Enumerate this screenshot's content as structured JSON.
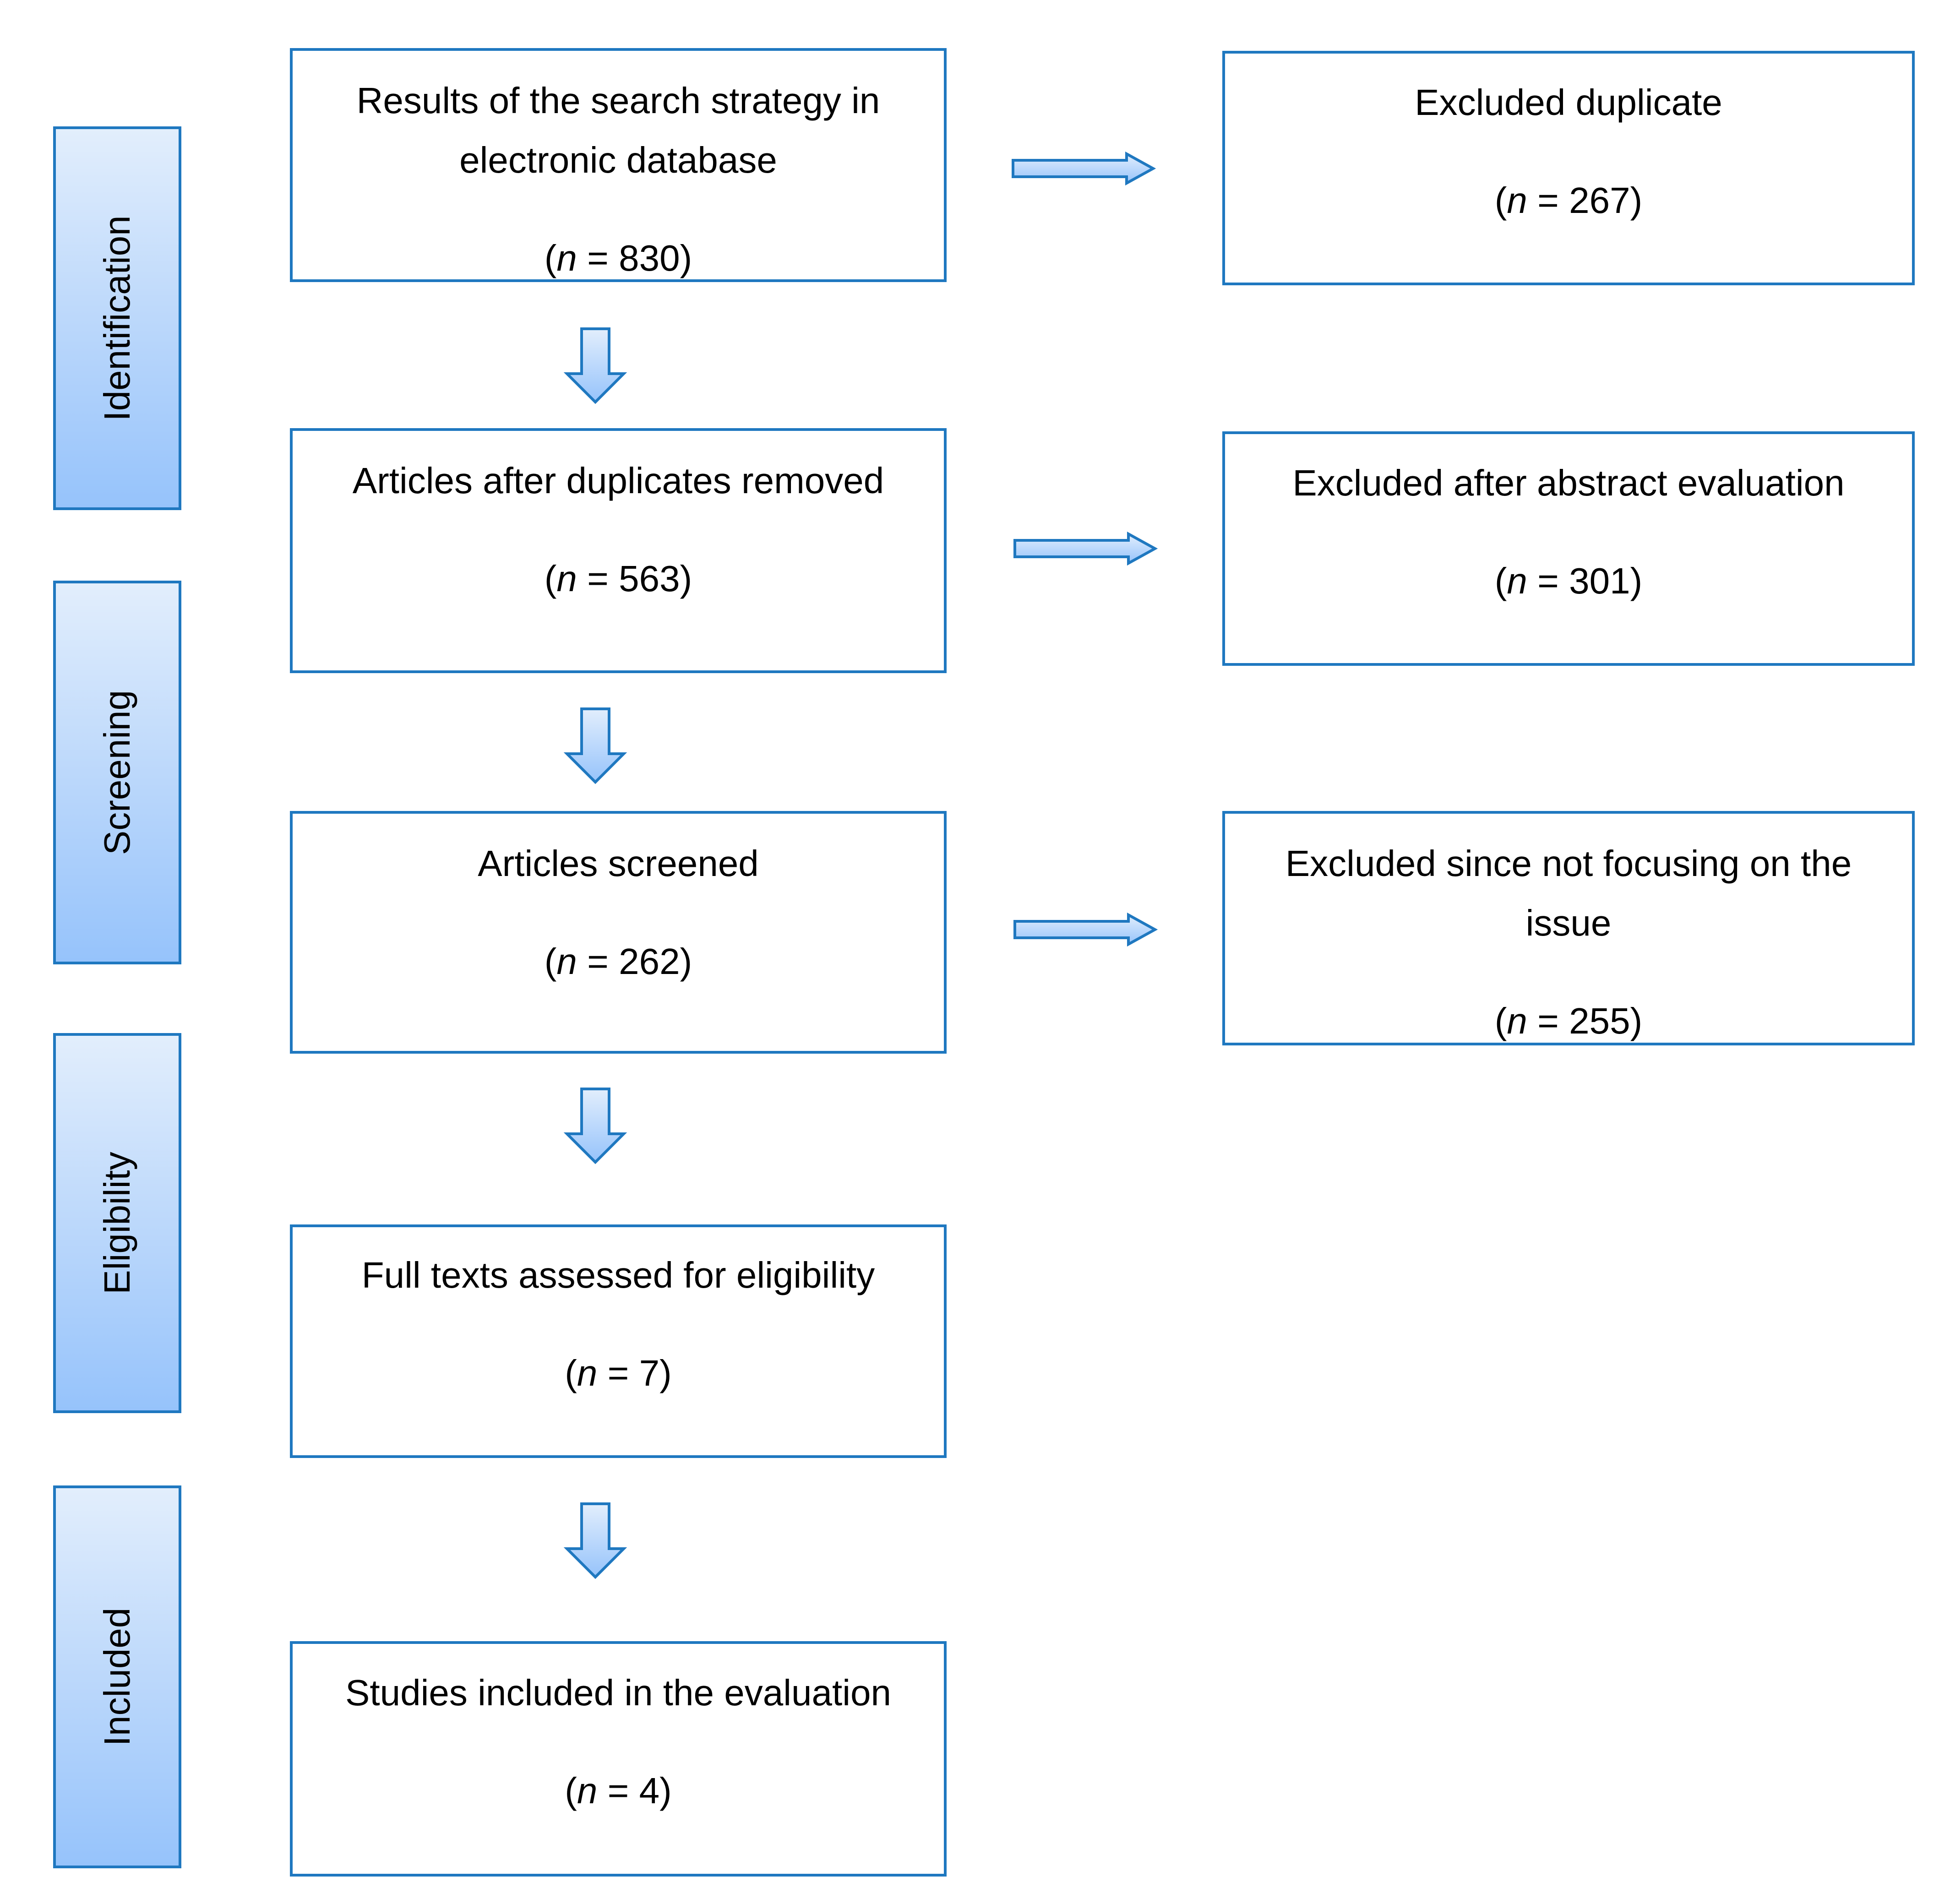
{
  "stages": [
    {
      "label": "Identification"
    },
    {
      "label": "Screening"
    },
    {
      "label": "Eligibility"
    },
    {
      "label": "Included"
    }
  ],
  "main_boxes": [
    {
      "lines": [
        "Results of the search strategy in",
        "electronic database"
      ],
      "n_label": "n",
      "n_value": "830"
    },
    {
      "lines": [
        "Articles after duplicates removed"
      ],
      "n_label": "n",
      "n_value": "563"
    },
    {
      "lines": [
        "Articles screened"
      ],
      "n_label": "n",
      "n_value": "262"
    },
    {
      "lines": [
        "Full texts assessed for eligibility"
      ],
      "n_label": "n",
      "n_value": "7"
    },
    {
      "lines": [
        "Studies included in the evaluation"
      ],
      "n_label": "n",
      "n_value": "4"
    }
  ],
  "exclusion_boxes": [
    {
      "lines": [
        "Excluded duplicate"
      ],
      "n_label": "n",
      "n_value": "267"
    },
    {
      "lines": [
        "Excluded after abstract evaluation"
      ],
      "n_label": "n",
      "n_value": "301"
    },
    {
      "lines": [
        "Excluded since not focusing on the",
        "issue"
      ],
      "n_label": "n",
      "n_value": "255"
    }
  ],
  "colors": {
    "border": "#1f78c0",
    "arrow_fill_top": "#e2eefc",
    "arrow_fill_bottom": "#96c3fb",
    "label_fill_top": "#e2eefc",
    "label_fill_bottom": "#96c3fb"
  }
}
